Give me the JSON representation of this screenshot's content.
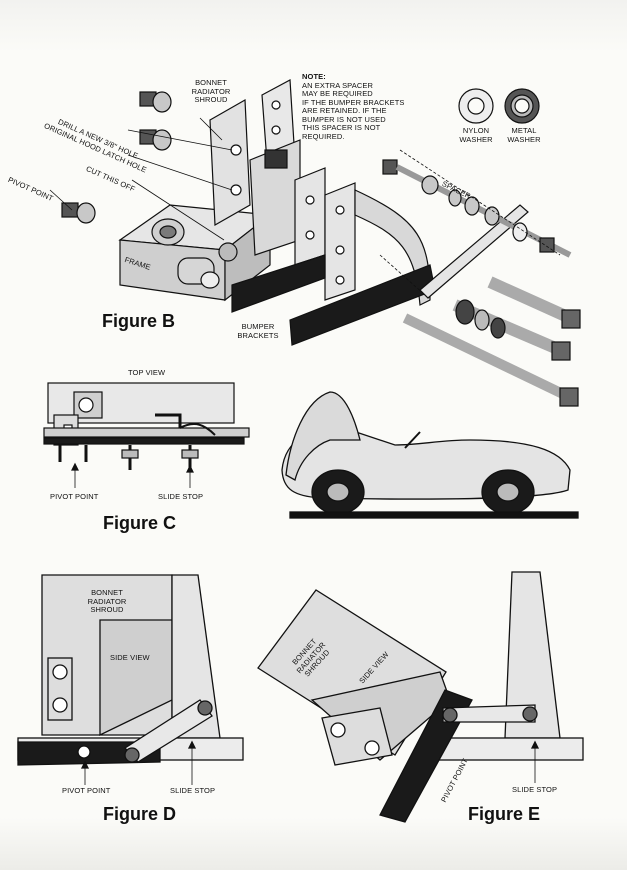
{
  "figure_b": {
    "title": "Figure B",
    "labels": {
      "bonnet_radiator_shroud": [
        "BONNET",
        "RADIATOR",
        "SHROUD"
      ],
      "drill_hole": "DRILL A NEW 3/8\" HOLE",
      "original_latch_hole": "ORIGINAL HOOD LATCH HOLE",
      "cut_this_off": "CUT THIS OFF",
      "pivot_point": "PIVOT POINT",
      "frame": "FRAME",
      "bumper_brackets": [
        "BUMPER",
        "BRACKETS"
      ],
      "spacer": "SPACER",
      "nylon_washer": [
        "NYLON",
        "WASHER"
      ],
      "metal_washer": [
        "METAL",
        "WASHER"
      ]
    },
    "note": {
      "heading": "NOTE:",
      "lines": [
        "AN EXTRA SPACER",
        "MAY BE REQUIRED",
        "IF THE BUMPER BRACKETS",
        "ARE RETAINED. IF THE",
        "BUMPER IS NOT USED",
        "THIS SPACER IS NOT",
        "REQUIRED."
      ]
    }
  },
  "figure_c": {
    "title": "Figure C",
    "top_view": "TOP VIEW",
    "pivot_point": "PIVOT POINT",
    "slide_stop": "SLIDE STOP"
  },
  "figure_d": {
    "title": "Figure D",
    "bonnet_radiator_shroud": [
      "BONNET",
      "RADIATOR",
      "SHROUD"
    ],
    "side_view": "SIDE VIEW",
    "pivot_point": "PIVOT POINT",
    "slide_stop": "SLIDE STOP"
  },
  "figure_e": {
    "title": "Figure E",
    "bonnet_radiator_shroud": [
      "BONNET",
      "RADIATOR",
      "SHROUD"
    ],
    "side_view": "SIDE VIEW",
    "pivot_point": "PIVOT POINT",
    "slide_stop": "SLIDE STOP"
  },
  "colors": {
    "ink": "#111111",
    "metal": "#d9d9d9",
    "bumper": "#1a1a1a",
    "paper": "#fbfbf8"
  }
}
